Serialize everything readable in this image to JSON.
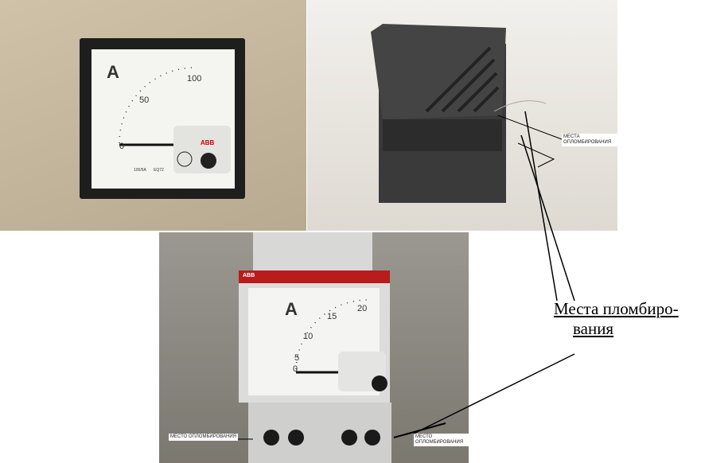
{
  "photos": [
    {
      "meter": {
        "unit": "A",
        "scale": [
          "0",
          "50",
          "100"
        ],
        "rating": "100/5A",
        "model": "EQ72",
        "brand": "ABB"
      }
    },
    {
      "label": "МЕСТА ОПЛОМБИРОВАНИЯ"
    },
    {
      "meter": {
        "unit": "A",
        "scale": [
          "0",
          "5",
          "10",
          "15",
          "20"
        ],
        "brand": "ABB"
      },
      "label_left": "МЕСТО ОПЛОМБИРОВАНИЯ",
      "label_right": "МЕСТО ОПЛОМБИРОВАНИЯ"
    }
  ],
  "caption": {
    "line1": "Места пломбиро-",
    "line2": "вания"
  }
}
